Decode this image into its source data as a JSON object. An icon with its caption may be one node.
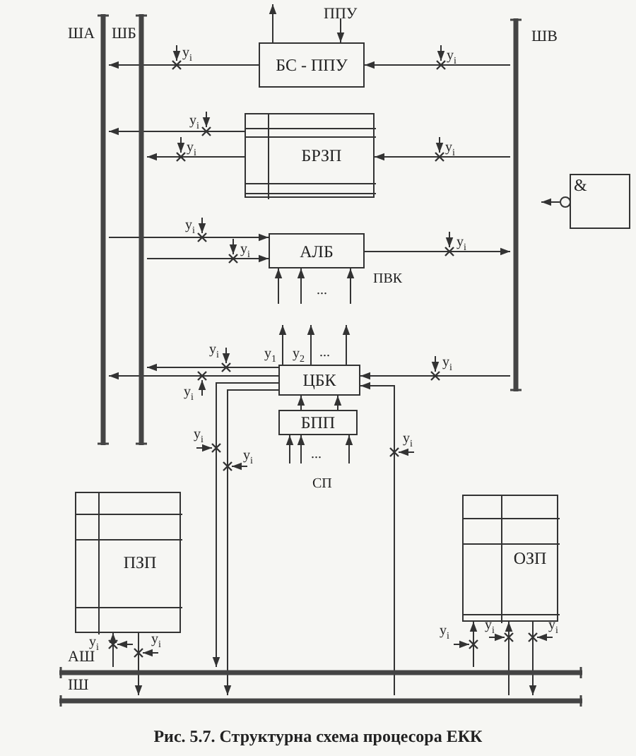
{
  "diagram": {
    "caption": "Рис. 5.7. Структурна схема процесора ЕКК",
    "nodes": [
      {
        "text": [],
        "shape": "bar",
        "beside": [
          "ША"
        ]
      },
      {
        "text": [],
        "shape": "bar",
        "beside": [
          "ШБ"
        ]
      },
      {
        "text": [],
        "shape": "bar",
        "beside": [
          "ШВ"
        ]
      },
      {
        "text": [
          "БС - ППУ"
        ]
      },
      {
        "text": [
          "БРЗП"
        ]
      },
      {
        "text": [
          "&"
        ]
      },
      {
        "text": [
          "АЛБ"
        ]
      },
      {
        "text": [
          "ЦБК"
        ]
      },
      {
        "text": [
          "БПП"
        ]
      },
      {
        "text": [
          "ПЗП"
        ]
      },
      {
        "text": [
          "ОЗП"
        ]
      },
      {
        "text": [],
        "shape": "bar",
        "beside": [
          "АШ"
        ]
      },
      {
        "text": [],
        "shape": "bar",
        "beside": [
          "ІШ"
        ]
      },
      {
        "text": [
          "ППУ"
        ]
      }
    ],
    "edges": [
      {
        "from": 3,
        "to": null,
        "arrow": "to"
      },
      {
        "from": 13,
        "to": 3,
        "arrow": "to"
      },
      {
        "from": 3,
        "to": 0,
        "arrow": "to"
      },
      {
        "from": 2,
        "to": 3,
        "arrow": "to"
      },
      {
        "from": 4,
        "to": 0,
        "arrow": "to"
      },
      {
        "from": 4,
        "to": 1,
        "arrow": "to"
      },
      {
        "from": 2,
        "to": 4,
        "arrow": "to"
      },
      {
        "from": 5,
        "to": null,
        "arrow": "to"
      },
      {
        "from": 0,
        "to": 6,
        "arrow": "to"
      },
      {
        "from": 1,
        "to": 6,
        "arrow": "to"
      },
      {
        "from": 6,
        "to": 2,
        "arrow": "to"
      },
      {
        "from": null,
        "to": 6,
        "arrow": "to"
      },
      {
        "from": null,
        "to": 6,
        "arrow": "to"
      },
      {
        "from": null,
        "to": 6,
        "arrow": "to"
      },
      {
        "from": 7,
        "to": null,
        "arrow": "to"
      },
      {
        "from": 7,
        "to": null,
        "arrow": "to"
      },
      {
        "from": 7,
        "to": null,
        "arrow": "to"
      },
      {
        "from": 7,
        "to": 1,
        "arrow": "to"
      },
      {
        "from": 7,
        "to": 0,
        "arrow": "to"
      },
      {
        "from": 2,
        "to": 7,
        "arrow": "to"
      },
      {
        "from": 8,
        "to": 7,
        "arrow": "to"
      },
      {
        "from": 8,
        "to": 7,
        "arrow": "to"
      },
      {
        "from": null,
        "to": 8,
        "arrow": "to"
      },
      {
        "from": null,
        "to": 8,
        "arrow": "to"
      },
      {
        "from": null,
        "to": 8,
        "arrow": "to"
      },
      {
        "from": 7,
        "to": 11,
        "arrow": "to"
      },
      {
        "from": 7,
        "to": 12,
        "arrow": "to"
      },
      {
        "from": 12,
        "to": 7,
        "arrow": "to"
      },
      {
        "from": 11,
        "to": 9,
        "arrow": "to"
      },
      {
        "from": 9,
        "to": 12,
        "arrow": "to"
      },
      {
        "from": 11,
        "to": 10,
        "arrow": "to"
      },
      {
        "from": 12,
        "to": 10,
        "arrow": "to"
      },
      {
        "from": 10,
        "to": 12,
        "arrow": "to"
      }
    ],
    "labels": [
      "y$_{i}$",
      "y$_{i}$",
      "y$_{i}$",
      "y$_{i}$",
      "y$_{i}$",
      "y$_{i}$",
      "y$_{i}$",
      "y$_{i}$",
      "ПВК",
      "...",
      "y$_{1}$",
      "y$_{2}$",
      "...",
      "y$_{i}$",
      "y$_{i}$",
      "y$_{i}$",
      "y$_{i}$",
      "y$_{i}$",
      "y$_{i}$",
      "...",
      "СП",
      "y$_{i}$",
      "y$_{i}$",
      "y$_{i}$",
      "y$_{i}$",
      "y$_{i}$"
    ]
  }
}
